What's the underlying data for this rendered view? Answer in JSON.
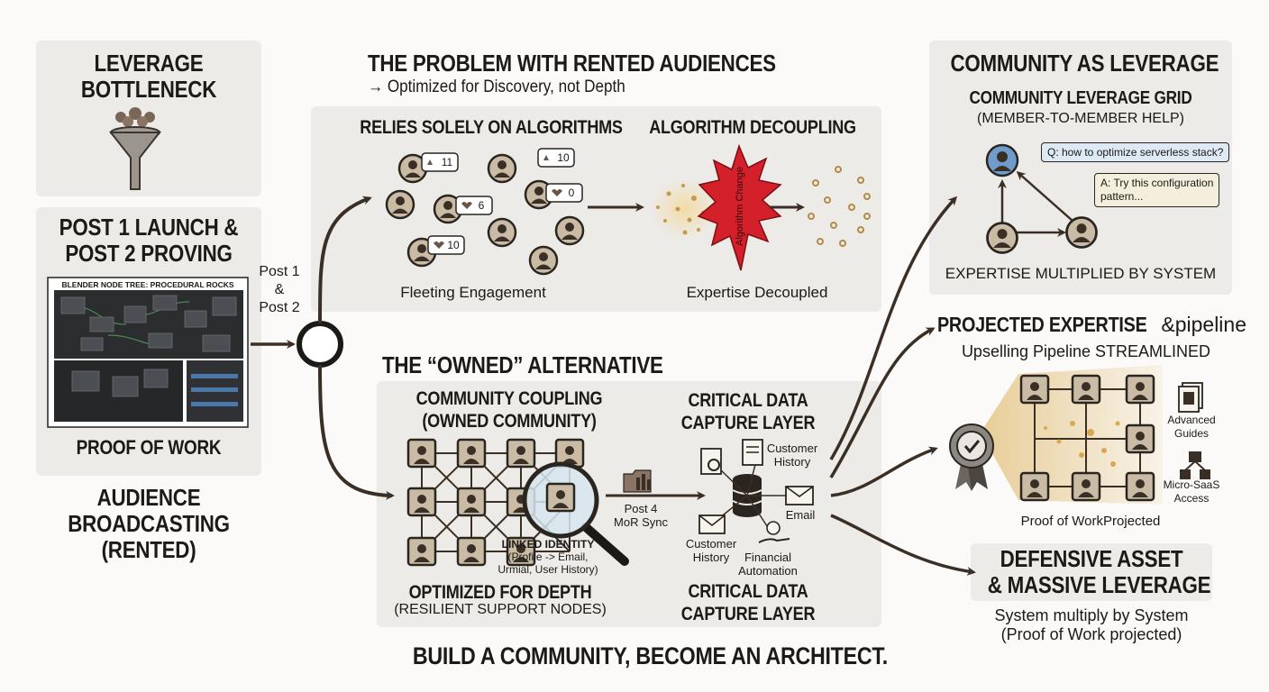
{
  "left": {
    "bottleneck_line1": "LEVERAGE",
    "bottleneck_line2": "BOTTLENECK",
    "launch_line1": "POST 1 LAUNCH &",
    "launch_line2": "POST 2 PROVING",
    "screenshot_title": "BLENDER NODE TREE: PROCEDURAL ROCKS",
    "proof_of_work": "PROOF OF WORK",
    "broadcast_line1": "AUDIENCE",
    "broadcast_line2": "BROADCASTING",
    "broadcast_line3": "(RENTED)"
  },
  "junction": {
    "line1": "Post 1",
    "line2": "&",
    "line3": "Post 2"
  },
  "rented": {
    "title": "THE PROBLEM WITH RENTED AUDIENCES",
    "subtitle": "→ Optimized for Discovery, not Depth",
    "algo_header": "RELIES SOLELY ON ALGORITHMS",
    "decouple_header": "ALGORITHM DECOUPLING",
    "fleeting": "Fleeting Engagement",
    "expertise_decoupled": "Expertise Decoupled",
    "algo_change": "Algorithm Change",
    "badges": [
      "11",
      "10",
      "6",
      "0",
      "10"
    ]
  },
  "owned": {
    "title": "THE “OWNED” ALTERNATIVE",
    "coupling_line1": "COMMUNITY COUPLING",
    "coupling_line2": "(OWNED COMMUNITY)",
    "linked_identity": "LINKED IDENTITY",
    "linked_sub1": "(Profile -> Email,",
    "linked_sub2": "Urmial, User History)",
    "depth_line1": "OPTIMIZED FOR DEPTH",
    "depth_line2": "(RESILIENT SUPPORT NODES)",
    "post4_line1": "Post 4",
    "post4_line2": "MoR Sync",
    "capture_line1": "CRITICAL DATA",
    "capture_line2": "CAPTURE LAYER",
    "customer_history_line1": "Customer",
    "customer_history_line2": "History",
    "email": "Email",
    "customer_history2_line1": "Customer",
    "customer_history2_line2": "History",
    "financial_line1": "Financial",
    "financial_line2": "Automation",
    "capture2_line1": "CRITICAL DATA",
    "capture2_line2": "CAPTURE LAYER"
  },
  "community": {
    "title": "COMMUNITY AS LEVERAGE",
    "grid_title": "COMMUNITY LEVERAGE GRID",
    "grid_sub": "(MEMBER-TO-MEMBER HELP)",
    "question": "Q: how to optimize serverless stack?",
    "answer_line1": "A: Try this configuration",
    "answer_line2": "pattern...",
    "multiplied": "EXPERTISE MULTIPLIED BY SYSTEM"
  },
  "projected": {
    "title_bold": "PROJECTED EXPERTISE",
    "title_rest": " &pipeline",
    "subtitle": "Upselling Pipeline STREAMLINED",
    "guides_line1": "Advanced",
    "guides_line2": "Guides",
    "saas_line1": "Micro-SaaS",
    "saas_line2": "Access",
    "proof": "Proof of WorkProjected"
  },
  "defensive": {
    "line1": "DEFENSIVE ASSET",
    "line2": "& MASSIVE LEVERAGE",
    "sub1": "System multiply by System",
    "sub2": "(Proof of Work projected)"
  },
  "footer": "BUILD A COMMUNITY, BECOME AN ARCHITECT.",
  "colors": {
    "panel": "#ecebe8",
    "ink": "#1c1a17",
    "arrow": "#3b2e24",
    "avatar_fill": "#c9bba4",
    "burst_red": "#d4202a",
    "glow": "#e8c987",
    "blue_avatar": "#6f9ccc"
  }
}
